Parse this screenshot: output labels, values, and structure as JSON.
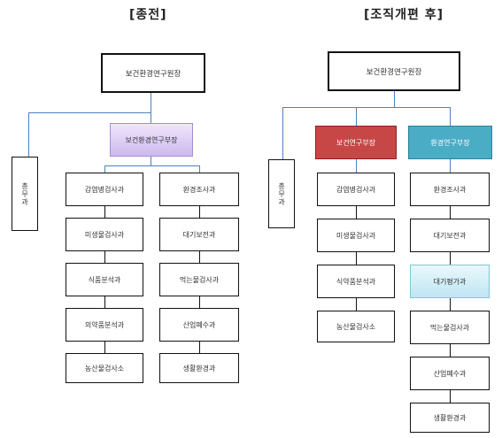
{
  "left": {
    "header": "[종전]",
    "director": "보건환경연구원장",
    "general": "총무과",
    "vice": "보건환경연구부장",
    "col1": [
      "감염병검사과",
      "미생물검사과",
      "식품분석과",
      "의약품분석과",
      "농산물검사소"
    ],
    "col2": [
      "환경조사과",
      "대기보전과",
      "먹는물검사과",
      "산업폐수과",
      "생활환경과"
    ]
  },
  "right": {
    "header": "[조직개편 후]",
    "director": "보건환경연구원장",
    "general": "총무과",
    "health_head": "보건연구부장",
    "env_head": "환경연구부장",
    "col1": [
      "감염병검사과",
      "미생물검사과",
      "식약품분석과",
      "농산물검사소"
    ],
    "col2": [
      "환경조사과",
      "대기보전과",
      "대기평가과",
      "먹는물검사과",
      "산업폐수과",
      "생활환경과"
    ]
  },
  "colors": {
    "connector": "#4f81bd",
    "purple": "#cdb9ee",
    "red": "#c74747",
    "teal": "#4bacc6",
    "light_blue": "#bfe6f3"
  }
}
